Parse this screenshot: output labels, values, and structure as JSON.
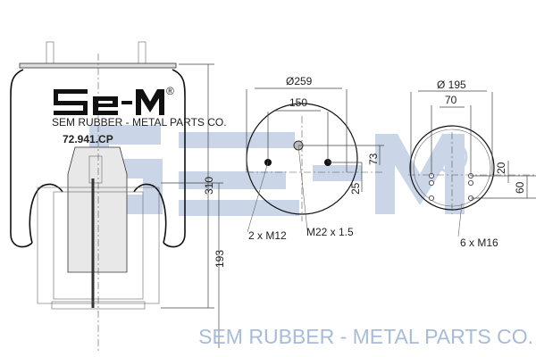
{
  "logo": {
    "mark": "SE-M®",
    "company": "SEM RUBBER - METAL PARTS CO."
  },
  "part_number": "72.941.CP",
  "watermark": {
    "mark": "SE-M®",
    "text": "SEM RUBBER - METAL PARTS CO.",
    "color": "#9fb4d6"
  },
  "side_view": {
    "height_dimension": "310",
    "min_height_dimension": "193"
  },
  "top_plate_view": {
    "diameter": "Ø259",
    "stud_spacing": "150",
    "offset_upper": "73",
    "offset_lower": "25",
    "stud_label": "2 x M12",
    "air_port_label": "M22 x 1.5"
  },
  "piston_view": {
    "diameter": "Ø 195",
    "hole_spacing": "70",
    "offset_upper": "20",
    "offset_lower": "60",
    "hole_label": "6 x M16"
  }
}
